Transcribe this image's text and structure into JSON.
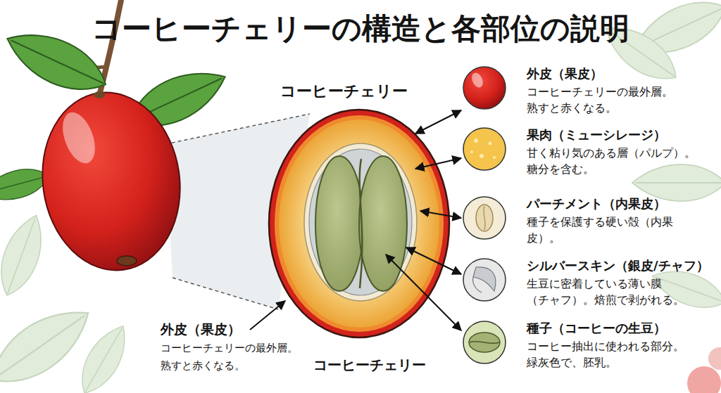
{
  "diagram": {
    "title": "コーヒーチェリーの構造と各部位の説明",
    "nodes": [
      {
        "text": [
          "コーヒーチェリー"
        ]
      },
      {
        "text": [
          "外皮（果皮）",
          "コーヒーチェリーの最外層。 熟すと赤くなる。"
        ]
      },
      {
        "text": [
          "果肉（ミューシレージ）",
          "甘く粘り気のある層（パルプ）。 糖分を含む。"
        ]
      },
      {
        "text": [
          "パーチメント（内果皮）",
          "種子を保護する硬い殻（内果 皮）。"
        ]
      },
      {
        "text": [
          "シルバースキン（銀皮/チャフ）",
          "生豆に密着している薄い膜 （チャフ）。焙煎で剥がれる。"
        ]
      },
      {
        "text": [
          "種子（コーヒーの生豆）",
          "コーヒー抽出に使われる部分。 緑灰色で、胚乳。"
        ]
      },
      {
        "text": [
          "外皮（果皮）",
          "コーヒーチェリーの最外層。 熟すと赤くなる。"
        ]
      }
    ],
    "edges": [
      {
        "from": 0,
        "to": 1,
        "arrow": "both"
      },
      {
        "from": 0,
        "to": 2,
        "arrow": "both"
      },
      {
        "from": 0,
        "to": 3,
        "arrow": "both"
      },
      {
        "from": 0,
        "to": 4,
        "arrow": "both"
      },
      {
        "from": 0,
        "to": 5,
        "arrow": "both"
      },
      {
        "from": 6,
        "to": 0,
        "arrow": "to"
      }
    ],
    "labels": [
      "コーヒーチェリー"
    ]
  }
}
